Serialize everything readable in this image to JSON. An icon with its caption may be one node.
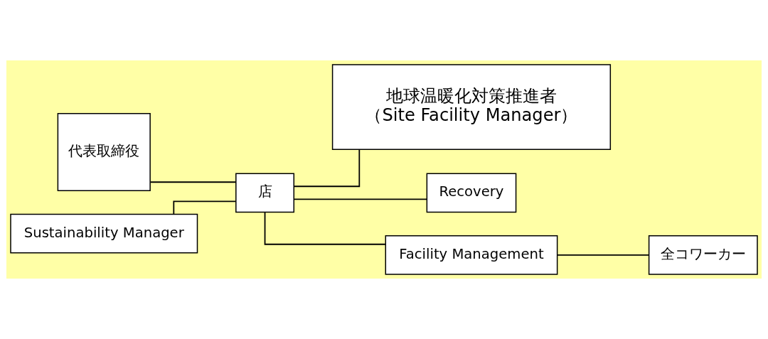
{
  "diagram": {
    "nodes": [
      {
        "text": [
          "代表取締役"
        ]
      },
      {
        "text": [
          "Sustainability Manager"
        ]
      },
      {
        "text": [
          "店"
        ]
      },
      {
        "text": [
          "地球温暖化対策推進者",
          "（Site Facility Manager）"
        ]
      },
      {
        "text": [
          "Recovery"
        ]
      },
      {
        "text": [
          "Facility Management"
        ]
      },
      {
        "text": [
          "全コワーカー"
        ]
      }
    ],
    "edges": [
      {
        "from": 0,
        "to": 2,
        "arrow": "none"
      },
      {
        "from": 1,
        "to": 2,
        "arrow": "none"
      },
      {
        "from": 2,
        "to": 3,
        "arrow": "none"
      },
      {
        "from": 2,
        "to": 4,
        "arrow": "none"
      },
      {
        "from": 2,
        "to": 5,
        "arrow": "none"
      },
      {
        "from": 5,
        "to": 6,
        "arrow": "none"
      }
    ]
  }
}
